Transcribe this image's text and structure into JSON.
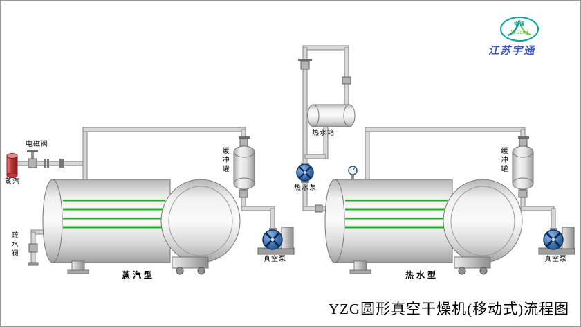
{
  "page": {
    "title": "YZG圆形真空干燥机(移动式)流程图"
  },
  "logo": {
    "company": "江苏宇通",
    "emblem_text": "宇通",
    "emblem_script": "Yu Tong",
    "emblem_color": "#00a79d",
    "company_color": "#3a52c4"
  },
  "colors": {
    "pipe_gray": "#d8d8d8",
    "vessel_outline": "#757575",
    "heating_tube_green": "#1fae1f",
    "pump_blue": "#2e5f9e",
    "steam_red": "#c23737"
  },
  "steam_system": {
    "type_label": "蒸汽型",
    "steam_inlet": "蒸汽",
    "solenoid_valve": "电磁阀",
    "steam_trap": "疏水阀",
    "buffer_tank": "缓冲罐",
    "vacuum_pump": "真空泵"
  },
  "hot_water_system": {
    "type_label": "热水型",
    "hot_water_tank": "热水箱",
    "hot_water_pump": "热水泵",
    "buffer_tank": "缓冲罐",
    "vacuum_pump": "真空泵"
  }
}
